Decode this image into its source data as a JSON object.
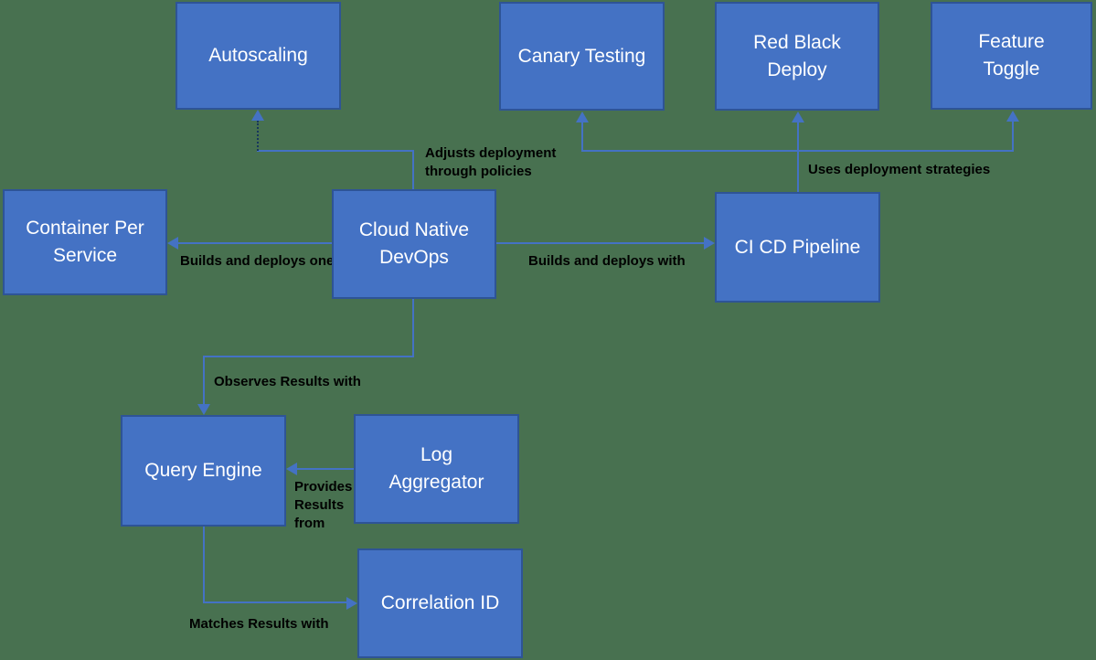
{
  "diagram": {
    "colors": {
      "background": "#487150",
      "node_fill": "#4472C4",
      "node_border": "#2E5496",
      "connector": "#4472C4",
      "label_text": "#000000",
      "node_text": "#FFFFFF"
    },
    "nodes": {
      "autoscaling": {
        "label": "Autoscaling"
      },
      "canary_testing": {
        "label": "Canary Testing"
      },
      "red_black_deploy": {
        "label": "Red Black\nDeploy"
      },
      "feature_toggle": {
        "label": "Feature\nToggle"
      },
      "container_per_service": {
        "label": "Container Per\nService"
      },
      "cloud_native_devops": {
        "label": "Cloud Native\nDevOps"
      },
      "ci_cd_pipeline": {
        "label": "CI CD Pipeline"
      },
      "query_engine": {
        "label": "Query Engine"
      },
      "log_aggregator": {
        "label": "Log\nAggregator"
      },
      "correlation_id": {
        "label": "Correlation ID"
      }
    },
    "edges": {
      "adjusts_deployment": {
        "label": "Adjusts deployment\nthrough policies"
      },
      "uses_deployment_strategies": {
        "label": "Uses deployment strategies"
      },
      "builds_and_deploys_one": {
        "label": "Builds and deploys one"
      },
      "builds_and_deploys_with": {
        "label": "Builds and deploys with"
      },
      "observes_results_with": {
        "label": "Observes Results with"
      },
      "provides_results_from": {
        "label": "Provides\nResults\nfrom"
      },
      "matches_results_with": {
        "label": "Matches Results with"
      }
    }
  }
}
